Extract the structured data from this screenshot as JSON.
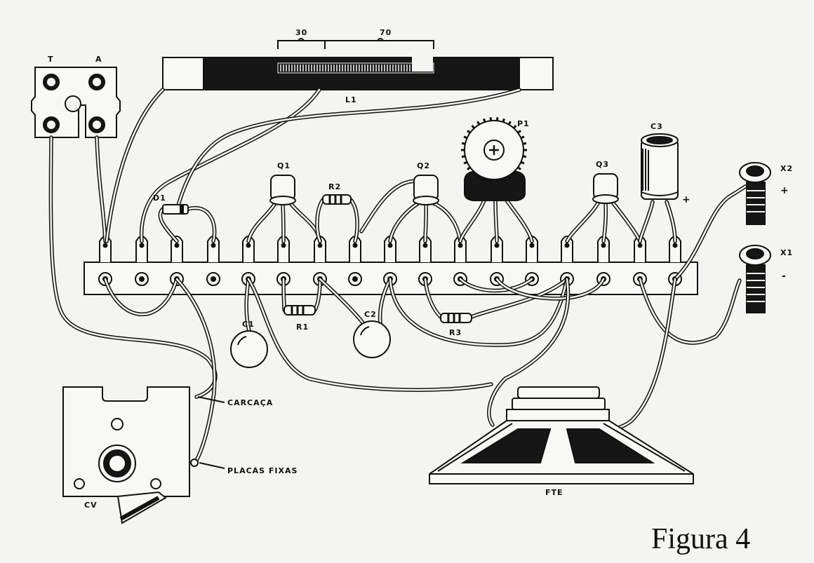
{
  "figure": {
    "caption": "Figura 4",
    "coil": {
      "label": "L1",
      "turns_first": "30",
      "turns_second": "70"
    },
    "terminal_block": {
      "left_label": "T",
      "right_label": "A"
    },
    "transistors": [
      "Q1",
      "Q2",
      "Q3"
    ],
    "resistors": [
      "R1",
      "R2",
      "R3"
    ],
    "capacitors": [
      "C1",
      "C2",
      "C3"
    ],
    "diode": "D1",
    "potentiometer": "P1",
    "jacks": [
      {
        "label": "X2",
        "polarity": "+"
      },
      {
        "label": "X1",
        "polarity": "-"
      }
    ],
    "c3_polarity": "+",
    "variable_capacitor": {
      "label": "CV",
      "frame_label": "CARCAÇA",
      "fixed_plates_label": "PLACAS FIXAS"
    },
    "speaker": "FTE"
  }
}
